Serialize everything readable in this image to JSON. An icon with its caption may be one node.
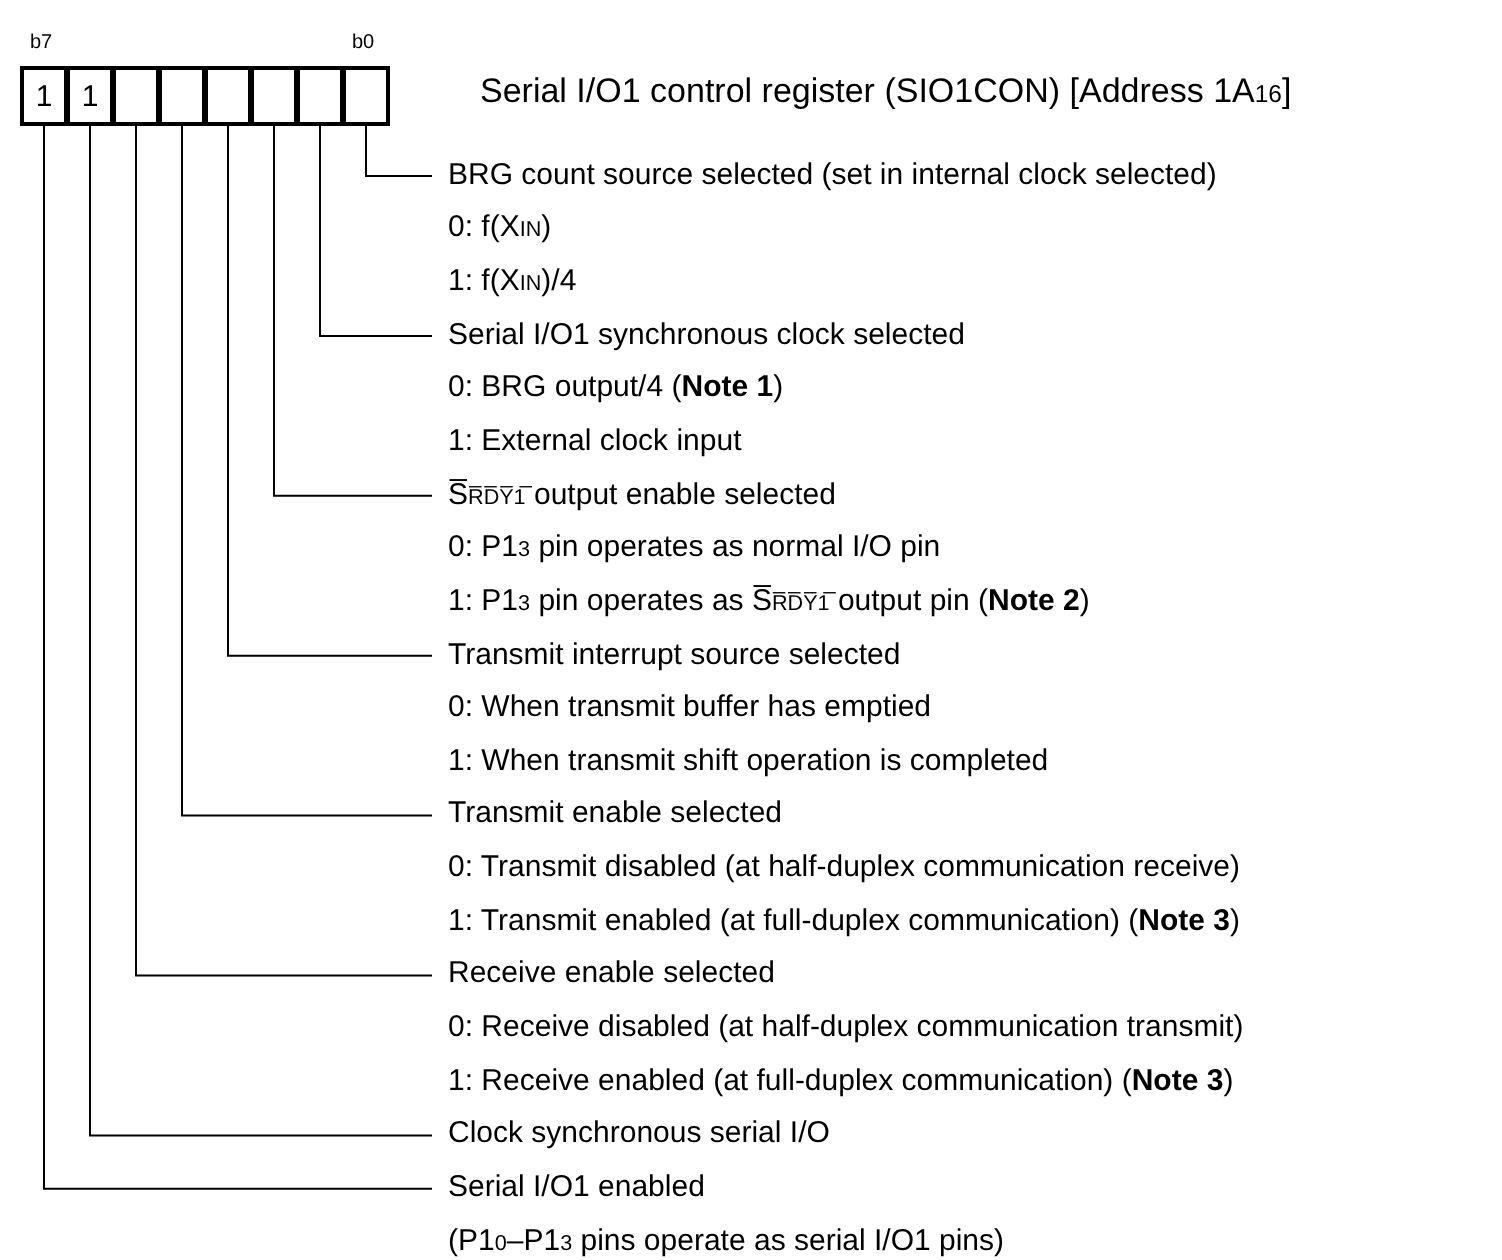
{
  "diagram": {
    "title": "Serial I/O1 control register (SIO1CON) [Address 1A$_{16}$]",
    "nodes": [
      {
        "text": [
          "1"
        ]
      },
      {
        "text": [
          "1"
        ]
      },
      {
        "text": [],
        "shape": "box"
      },
      {
        "text": [],
        "shape": "box"
      },
      {
        "text": [],
        "shape": "box"
      },
      {
        "text": [],
        "shape": "box"
      },
      {
        "text": [],
        "shape": "box"
      },
      {
        "text": [],
        "shape": "box"
      },
      {
        "text": [
          "BRG count source selected (set in internal clock selected)",
          "0: f(X$_{IN}$)",
          "1: f(X$_{IN}$)/4"
        ]
      },
      {
        "text": [
          "Serial I/O1 synchronous clock selected",
          "0: BRG output/4 (**Note 1**)",
          "1: External clock input"
        ]
      },
      {
        "text": [
          "S̅$_{R̅D̅Y̅1̅}$ output enable selected",
          "0: P1$_{3}$ pin operates as normal I/O pin",
          "1: P1$_{3}$ pin operates as S̅$_{R̅D̅Y̅1̅}$ output pin (**Note 2**)"
        ]
      },
      {
        "text": [
          "Transmit interrupt source selected",
          "0: When transmit buffer has emptied",
          "1: When transmit shift operation is completed"
        ]
      },
      {
        "text": [
          "Transmit enable selected",
          "0: Transmit disabled (at half-duplex communication receive)",
          "1: Transmit enabled (at full-duplex communication) (**Note 3**)"
        ]
      },
      {
        "text": [
          "Receive enable selected",
          "0: Receive disabled (at half-duplex communication transmit)",
          "1: Receive enabled (at full-duplex communication) (**Note 3**)"
        ]
      },
      {
        "text": [
          "Clock synchronous serial I/O"
        ]
      },
      {
        "text": [
          "Serial I/O1 enabled",
          "(P1$_{0}$–P1$_{3}$ pins operate as serial I/O1 pins)"
        ]
      }
    ],
    "edges": [
      {
        "from": 7,
        "to": 8,
        "arrow": "none"
      },
      {
        "from": 6,
        "to": 9,
        "arrow": "none"
      },
      {
        "from": 5,
        "to": 10,
        "arrow": "none"
      },
      {
        "from": 4,
        "to": 11,
        "arrow": "none"
      },
      {
        "from": 3,
        "to": 12,
        "arrow": "none"
      },
      {
        "from": 2,
        "to": 13,
        "arrow": "none"
      },
      {
        "from": 1,
        "to": 14,
        "arrow": "none"
      },
      {
        "from": 0,
        "to": 15,
        "arrow": "none"
      }
    ],
    "labels": [
      "b7",
      "b0"
    ]
  }
}
